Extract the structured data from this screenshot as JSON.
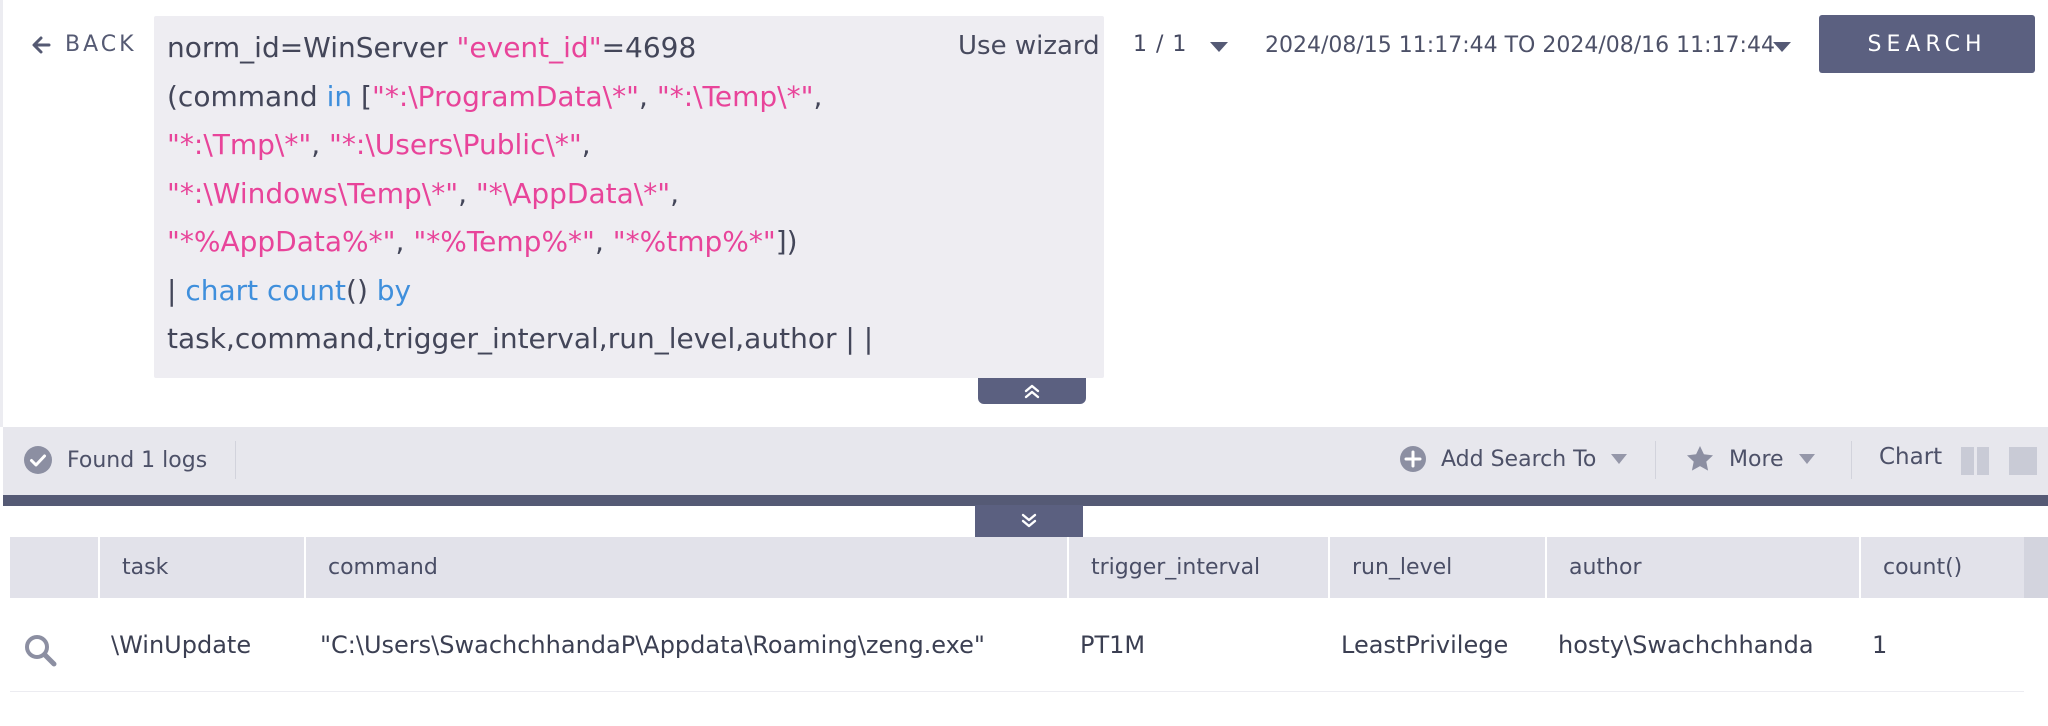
{
  "nav": {
    "back_label": "BACK"
  },
  "query": {
    "lines": [
      [
        {
          "t": "norm_id=WinServer ",
          "c": "plain"
        },
        {
          "t": "\"event_id\"",
          "c": "str"
        },
        {
          "t": "=4698",
          "c": "plain"
        }
      ],
      [
        {
          "t": "(command ",
          "c": "plain"
        },
        {
          "t": "in",
          "c": "kw"
        },
        {
          "t": " [",
          "c": "plain"
        },
        {
          "t": "\"*:\\ProgramData\\*\"",
          "c": "str"
        },
        {
          "t": ", ",
          "c": "plain"
        },
        {
          "t": "\"*:\\Temp\\*\"",
          "c": "str"
        },
        {
          "t": ",",
          "c": "plain"
        }
      ],
      [
        {
          "t": "\"*:\\Tmp\\*\"",
          "c": "str"
        },
        {
          "t": ", ",
          "c": "plain"
        },
        {
          "t": "\"*:\\Users\\Public\\*\"",
          "c": "str"
        },
        {
          "t": ",",
          "c": "plain"
        }
      ],
      [
        {
          "t": "\"*:\\Windows\\Temp\\*\"",
          "c": "str"
        },
        {
          "t": ", ",
          "c": "plain"
        },
        {
          "t": "\"*\\AppData\\*\"",
          "c": "str"
        },
        {
          "t": ",",
          "c": "plain"
        }
      ],
      [
        {
          "t": "\"*%AppData%*\"",
          "c": "str"
        },
        {
          "t": ", ",
          "c": "plain"
        },
        {
          "t": "\"*%Temp%*\"",
          "c": "str"
        },
        {
          "t": ", ",
          "c": "plain"
        },
        {
          "t": "\"*%tmp%*\"",
          "c": "str"
        },
        {
          "t": "])",
          "c": "plain"
        }
      ],
      [
        {
          "t": "| ",
          "c": "plain"
        },
        {
          "t": "chart count",
          "c": "kw"
        },
        {
          "t": "() ",
          "c": "plain"
        },
        {
          "t": "by",
          "c": "kw"
        }
      ],
      [
        {
          "t": "task,command,trigger_interval,run_level,author | |",
          "c": "plain"
        }
      ]
    ],
    "wizard_label": "Use wizard"
  },
  "pager": {
    "label": "1 / 1"
  },
  "date_range": {
    "label": "2024/08/15 11:17:44 TO 2024/08/16 11:17:44"
  },
  "search_button": {
    "label": "SEARCH"
  },
  "status": {
    "found_label": "Found 1 logs",
    "add_search_label": "Add Search To",
    "more_label": "More",
    "chart_label": "Chart"
  },
  "table": {
    "columns": [
      "task",
      "command",
      "trigger_interval",
      "run_level",
      "author",
      "count()"
    ],
    "rows": [
      [
        "\\WinUpdate",
        "\"C:\\Users\\SwachchhandaP\\Appdata\\Roaming\\zeng.exe\"",
        "PT1M",
        "LeastPrivilege",
        "hosty\\Swachchhanda",
        "1"
      ]
    ]
  },
  "colors": {
    "accent": "#5b6080",
    "string": "#e8449a",
    "keyword": "#3f8fdc",
    "text": "#434659"
  }
}
